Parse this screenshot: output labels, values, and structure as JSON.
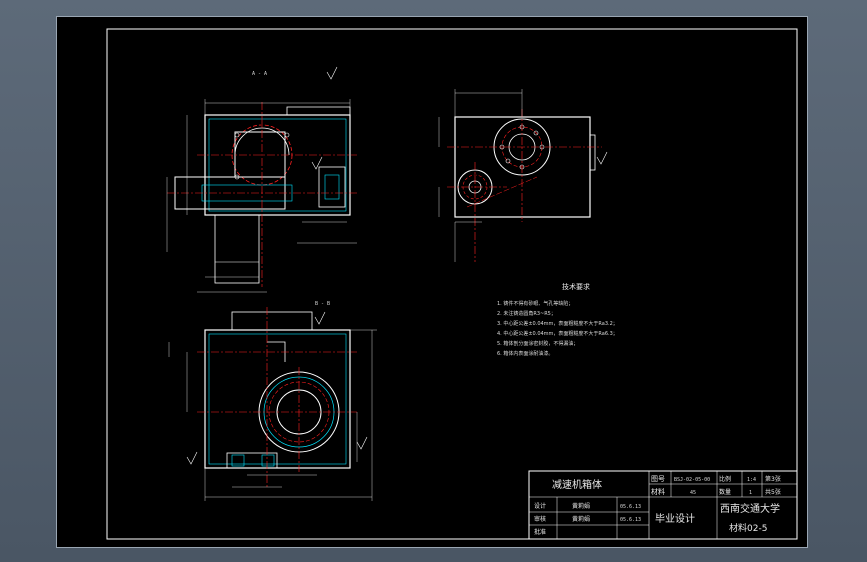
{
  "colors": {
    "outline": "#ffffff",
    "centerline": "#ff2020",
    "dimension": "#ffffff",
    "hatch": "#00e5ff",
    "background": "#000000",
    "window": "#56616e"
  },
  "views": {
    "section_a_label": "A - A",
    "section_b_label": "B - B"
  },
  "tech_requirements": {
    "title": "技术要求",
    "items": [
      "1. 铸件不得有砂眼、气孔等缺陷；",
      "2. 未注铸造圆角R3~R5；",
      "3. 中心距公差±0.04mm，表面粗糙度不大于Ra3.2；",
      "4. 中心距公差±0.04mm，表面粗糙度不大于Ra6.3；",
      "5. 箱体剖分面涂密封胶，不得漏油；",
      "6. 箱体内表面涂耐油漆。"
    ]
  },
  "title_block": {
    "part_name": "减速机箱体",
    "drawing_no_label": "图号",
    "drawing_no": "BSJ-02-05-00",
    "material_label": "材料",
    "material": "45",
    "scale_label": "比例",
    "scale": "1:4",
    "sheet_label": "第3张",
    "qty_label": "数量",
    "qty": "1",
    "total_label": "共5张",
    "design_label": "设计",
    "design_name": "黄莉娟",
    "design_date": "05.6.13",
    "check_label": "审核",
    "check_name": "黄莉娟",
    "check_date": "05.6.13",
    "approve_label": "批准",
    "project": "毕业设计",
    "school": "西南交通大学",
    "class": "材料02-5"
  }
}
